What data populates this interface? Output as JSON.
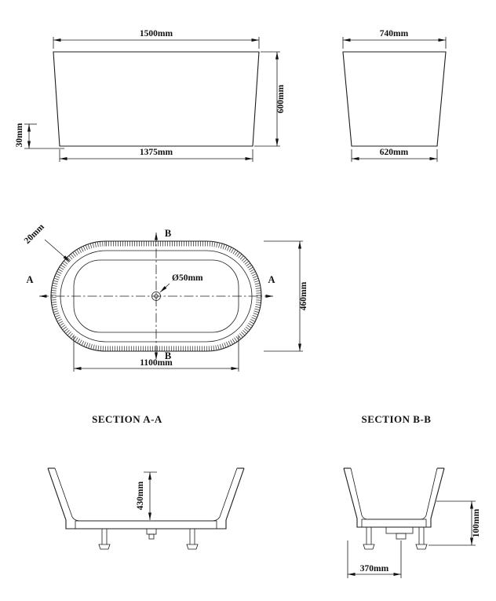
{
  "views": {
    "front": {
      "dim_top": "1500mm",
      "dim_right": "600mm",
      "dim_left": "30mm",
      "dim_bottom": "1375mm"
    },
    "side": {
      "dim_top": "740mm",
      "dim_bottom": "620mm"
    },
    "plan": {
      "wall_thickness": "20mm",
      "drain_diameter": "Ø50mm",
      "dim_width": "460mm",
      "dim_length": "1100mm",
      "label_a_left": "A",
      "label_a_right": "A",
      "label_b_top": "B",
      "label_b_bottom": "B"
    },
    "section_a": {
      "title": "SECTION A-A",
      "dim_depth": "430mm"
    },
    "section_b": {
      "title": "SECTION B-B",
      "dim_height": "100mm",
      "dim_offset": "370mm"
    }
  }
}
